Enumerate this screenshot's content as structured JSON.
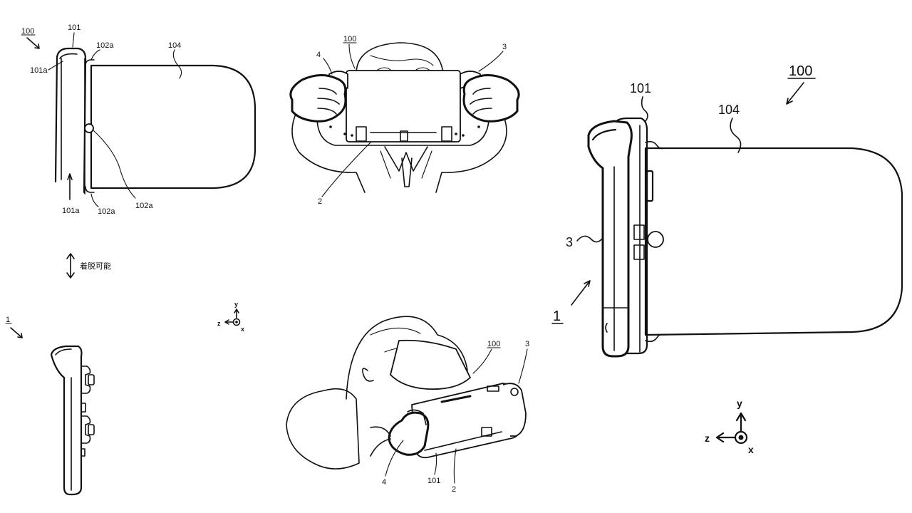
{
  "labels": {
    "tl_100": "100",
    "tl_101": "101",
    "tl_101a_top": "101a",
    "tl_102a_top": "102a",
    "tl_104": "104",
    "tl_102a_mid": "102a",
    "tl_101a_bot": "101a",
    "tl_102a_bot": "102a",
    "detach_caption": "着脱可能",
    "bl_1": "1",
    "tc_100": "100",
    "tc_4": "4",
    "tc_3": "3",
    "tc_2": "2",
    "bc_100": "100",
    "bc_3": "3",
    "bc_4": "4",
    "bc_101": "101",
    "bc_2": "2",
    "r_100": "100",
    "r_101": "101",
    "r_104": "104",
    "r_3": "3",
    "r_1": "1"
  },
  "axes_small": {
    "y": "y",
    "z": "z",
    "x": "x"
  },
  "axes_large": {
    "y": "y",
    "z": "z",
    "x": "x"
  }
}
